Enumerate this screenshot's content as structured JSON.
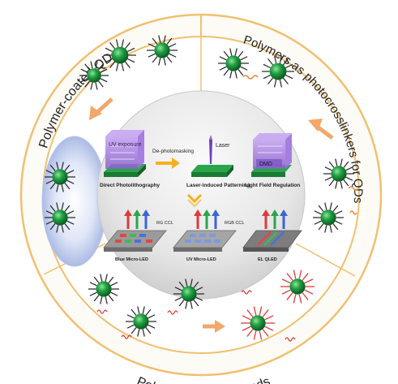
{
  "ring_labels": {
    "top_left": "Polymer-coated QDs",
    "right": "Polymers as photocrosslinkers for QDs",
    "bottom": "Polymers as QD ligands"
  },
  "methods": {
    "uv_exposure": "UV exposure",
    "de_photomasking": "De-photomasking",
    "laser": "Laser",
    "dmd": "DMD",
    "direct_photolithography": "Direct Photolithography",
    "laser_patterning": "Laser-induced Patterning",
    "light_field_regulation": "Light Field Regulation"
  },
  "devices": {
    "rg_ccl": "RG CCL",
    "rgb_ccl": "RGB CCL",
    "blue_micro_led": "Blue Micro-LED",
    "uv_micro_led": "UV Micro-LED",
    "el_qled": "EL QLED"
  },
  "colors": {
    "ring_border": "#f0c070",
    "ring_fill": "#fdfbf6",
    "arrow_orange": "#f3a76a",
    "qd_green": "#1f8f3a",
    "qd_spike": "#222222",
    "ligand_red": "#e03a3a",
    "uv_purple": "#a880d8",
    "center_grey": "#e6e6e6"
  }
}
